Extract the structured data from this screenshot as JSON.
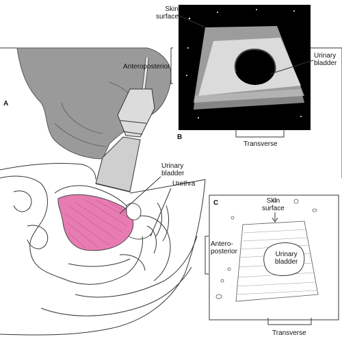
{
  "panels": {
    "a": "A",
    "b": "B",
    "c": "C"
  },
  "panel_a": {
    "anteroposterior": "Anteroposterior",
    "urinary_bladder": [
      "Urinary",
      "bladder"
    ],
    "urethra": "Urethra"
  },
  "panel_b": {
    "skin_surface": [
      "Skin",
      "surface"
    ],
    "urinary_bladder": [
      "Urinary",
      "bladder"
    ],
    "transverse": "Transverse"
  },
  "panel_c": {
    "skin_surface": [
      "Skin",
      "surface"
    ],
    "antero_posterior": [
      "Antero-",
      "posterior"
    ],
    "urinary_bladder": [
      "Urinary",
      "bladder"
    ],
    "transverse": "Transverse"
  },
  "colors": {
    "bladder_fill": "#e77cb2",
    "ultrasound_bg": "#000000",
    "ultrasound_field": "#cfcfcf",
    "probe_hand": "#8a8a8a"
  }
}
